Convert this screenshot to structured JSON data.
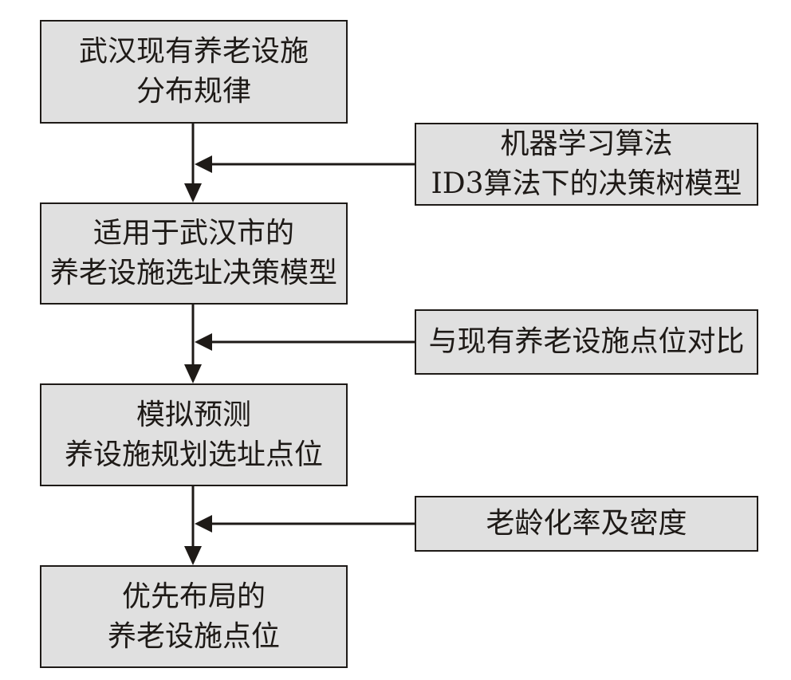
{
  "flow": {
    "steps": [
      {
        "lines": [
          "武汉现有养老设施",
          "分布规律"
        ]
      },
      {
        "lines": [
          "适用于武汉市的",
          "养老设施选址决策模型"
        ]
      },
      {
        "lines": [
          "模拟预测",
          "养设施规划选址点位"
        ]
      },
      {
        "lines": [
          "优先布局的",
          "养老设施点位"
        ]
      }
    ],
    "inputs": [
      {
        "lines": [
          "机器学习算法",
          "ID3算法下的决策树模型"
        ]
      },
      {
        "lines": [
          "与现有养老设施点位对比"
        ]
      },
      {
        "lines": [
          "老龄化率及密度"
        ]
      }
    ]
  },
  "colors": {
    "box_fill": "#e0e0e0",
    "stroke": "#1e1a17"
  }
}
